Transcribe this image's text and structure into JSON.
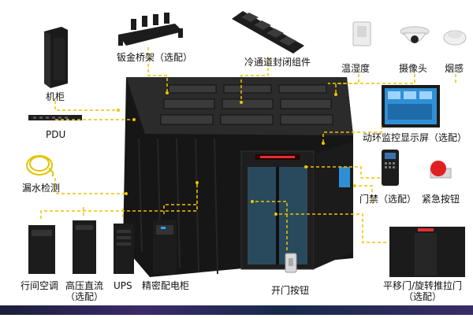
{
  "labels": {
    "cabinet": "机柜",
    "pdu": "PDU",
    "leak": "漏水检测",
    "tray": "钣金桥架（选配）",
    "aisle": "冷通道封闭组件",
    "thermo": "温湿度",
    "camera": "摄像头",
    "smoke": "烟感",
    "monitor": "动环监控显示屏（选配）",
    "access": "门禁（选配）",
    "estop": "紧急按钮",
    "ac": "行间空调",
    "hvdc_line1": "高压直流",
    "hvdc_line2": "（选配）",
    "ups": "UPS",
    "pdc": "精密配电柜",
    "open_btn": "开门按钮",
    "door_line1": "平移门/旋转推拉门",
    "door_line2": "（选配）"
  },
  "colors": {
    "leader": "#f2c200",
    "body": "#171717",
    "roof": "#2a2a2a",
    "glass": "#3c6f8a",
    "screen": "#2f8fd6"
  }
}
